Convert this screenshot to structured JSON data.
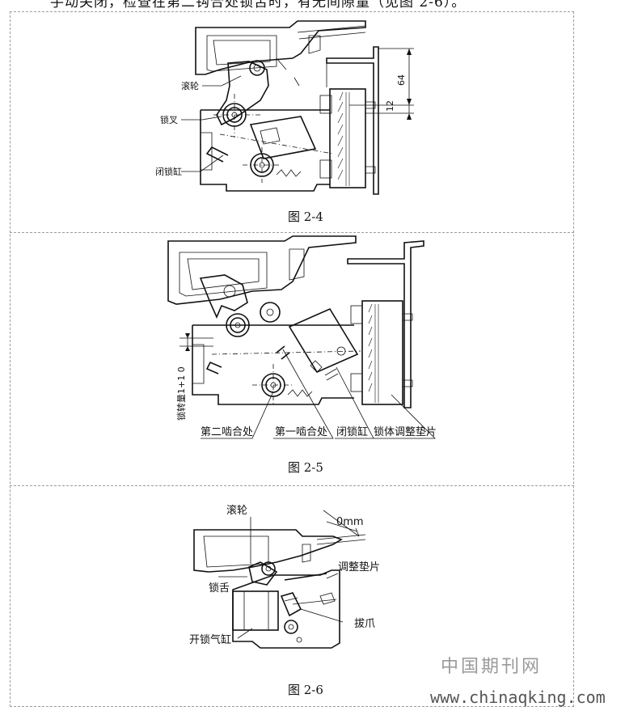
{
  "page": {
    "top_text": "手动关闭，检查在第二钩合处锁舌时，有无间隙量（见图 2-6）。"
  },
  "figures": [
    {
      "caption": "图 2-4",
      "labels": {
        "roller": "滚轮",
        "lock_fork": "锁叉",
        "latch_cylinder": "闭锁缸"
      },
      "dimensions": {
        "height_total": "64",
        "height_small": "12"
      }
    },
    {
      "caption": "图 2-5",
      "labels": {
        "rotation": "锁转量1+1 0",
        "second_engage": "第二啮合处",
        "first_engage": "第一啮合处",
        "latch_cylinder": "闭锁缸",
        "body_shim": "锁体调整垫片"
      }
    },
    {
      "caption": "图 2-6",
      "labels": {
        "gap": "0mm",
        "roller": "滚轮",
        "adjust_shim": "调整垫片",
        "lock_tongue": "锁舌",
        "pawl": "拔爪",
        "unlock_cylinder": "开锁气缸"
      }
    }
  ],
  "watermark": {
    "cn": "中国期刊网",
    "url": "www.chinaqking.com"
  }
}
